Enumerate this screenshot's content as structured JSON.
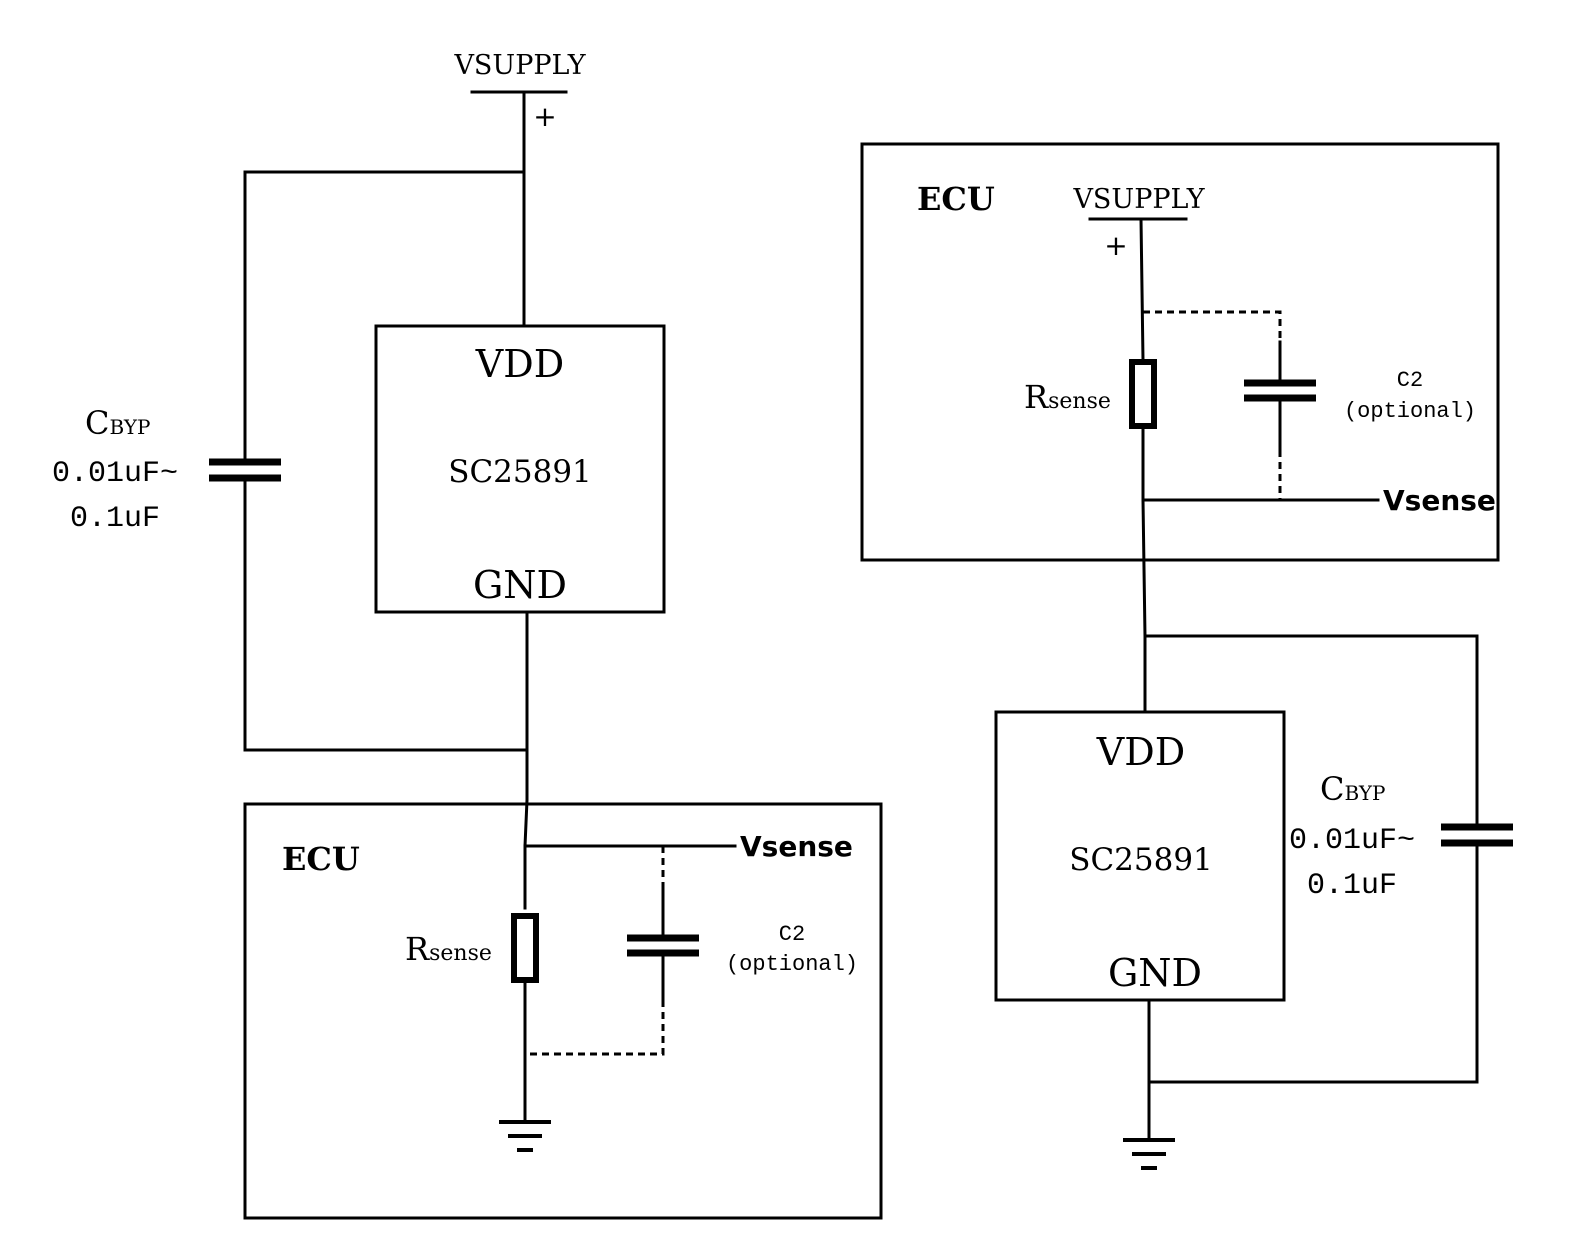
{
  "left": {
    "supply": {
      "label": "VSUPPLY",
      "polarity": "+"
    },
    "bypass": {
      "name_main": "C",
      "name_sub": "BYP",
      "value_line1": "0.01uF~",
      "value_line2": "0.1uF"
    },
    "ic": {
      "vdd": "VDD",
      "part": "SC25891",
      "gnd": "GND"
    },
    "ecu": {
      "label": "ECU",
      "resistor": {
        "name_main": "R",
        "name_sub": "sense"
      },
      "cap": {
        "name": "C2",
        "note": "(optional)"
      },
      "output": "Vsense"
    }
  },
  "right": {
    "ecu": {
      "label": "ECU",
      "supply": {
        "label": "VSUPPLY",
        "polarity": "+"
      },
      "resistor": {
        "name_main": "R",
        "name_sub": "sense"
      },
      "cap": {
        "name": "C2",
        "note": "(optional)"
      },
      "output": "Vsense"
    },
    "ic": {
      "vdd": "VDD",
      "part": "SC25891",
      "gnd": "GND"
    },
    "bypass": {
      "name_main": "C",
      "name_sub": "BYP",
      "value_line1": "0.01uF~",
      "value_line2": "0.1uF"
    }
  }
}
